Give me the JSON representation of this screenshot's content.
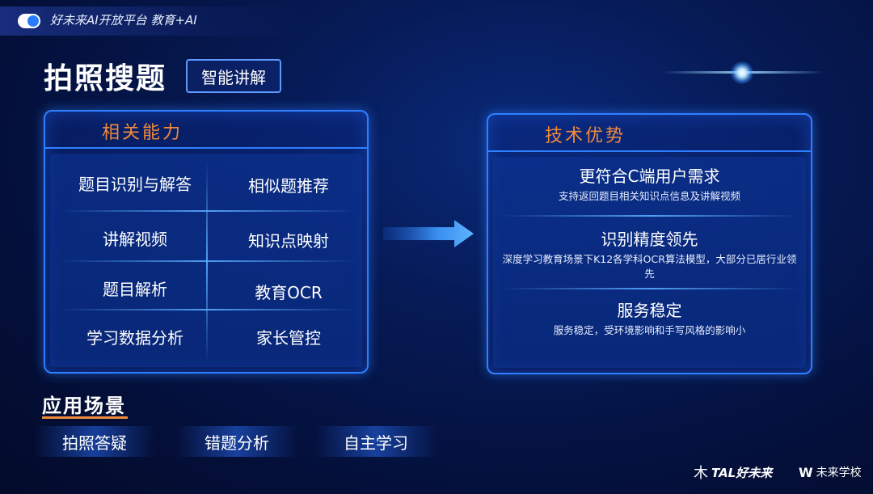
{
  "header": {
    "platform_title": "好未来AI开放平台 教育+AI"
  },
  "page": {
    "title": "拍照搜题",
    "tag": "智能讲解"
  },
  "capabilities": {
    "title": "相关能力",
    "items": [
      "题目识别与解答",
      "相似题推荐",
      "讲解视频",
      "知识点映射",
      "题目解析",
      "教育OCR",
      "学习数据分析",
      "家长管控"
    ]
  },
  "advantages": {
    "title": "技术优势",
    "items": [
      {
        "title": "更符合C端用户需求",
        "desc": "支持返回题目相关知识点信息及讲解视频"
      },
      {
        "title": "识别精度领先",
        "desc": "深度学习教育场景下K12各学科OCR算法模型，大部分已居行业领先"
      },
      {
        "title": "服务稳定",
        "desc": "服务稳定，受环境影响和手写风格的影响小"
      }
    ]
  },
  "scenarios": {
    "title": "应用场景",
    "items": [
      "拍照答疑",
      "错题分析",
      "自主学习"
    ]
  },
  "footer": {
    "tal_logo_text": "TAL好未来",
    "school_logo_text": "未来学校"
  },
  "colors": {
    "accent_orange": "#f08a3c",
    "panel_border": "#2e7fff",
    "background": "#061a55"
  }
}
